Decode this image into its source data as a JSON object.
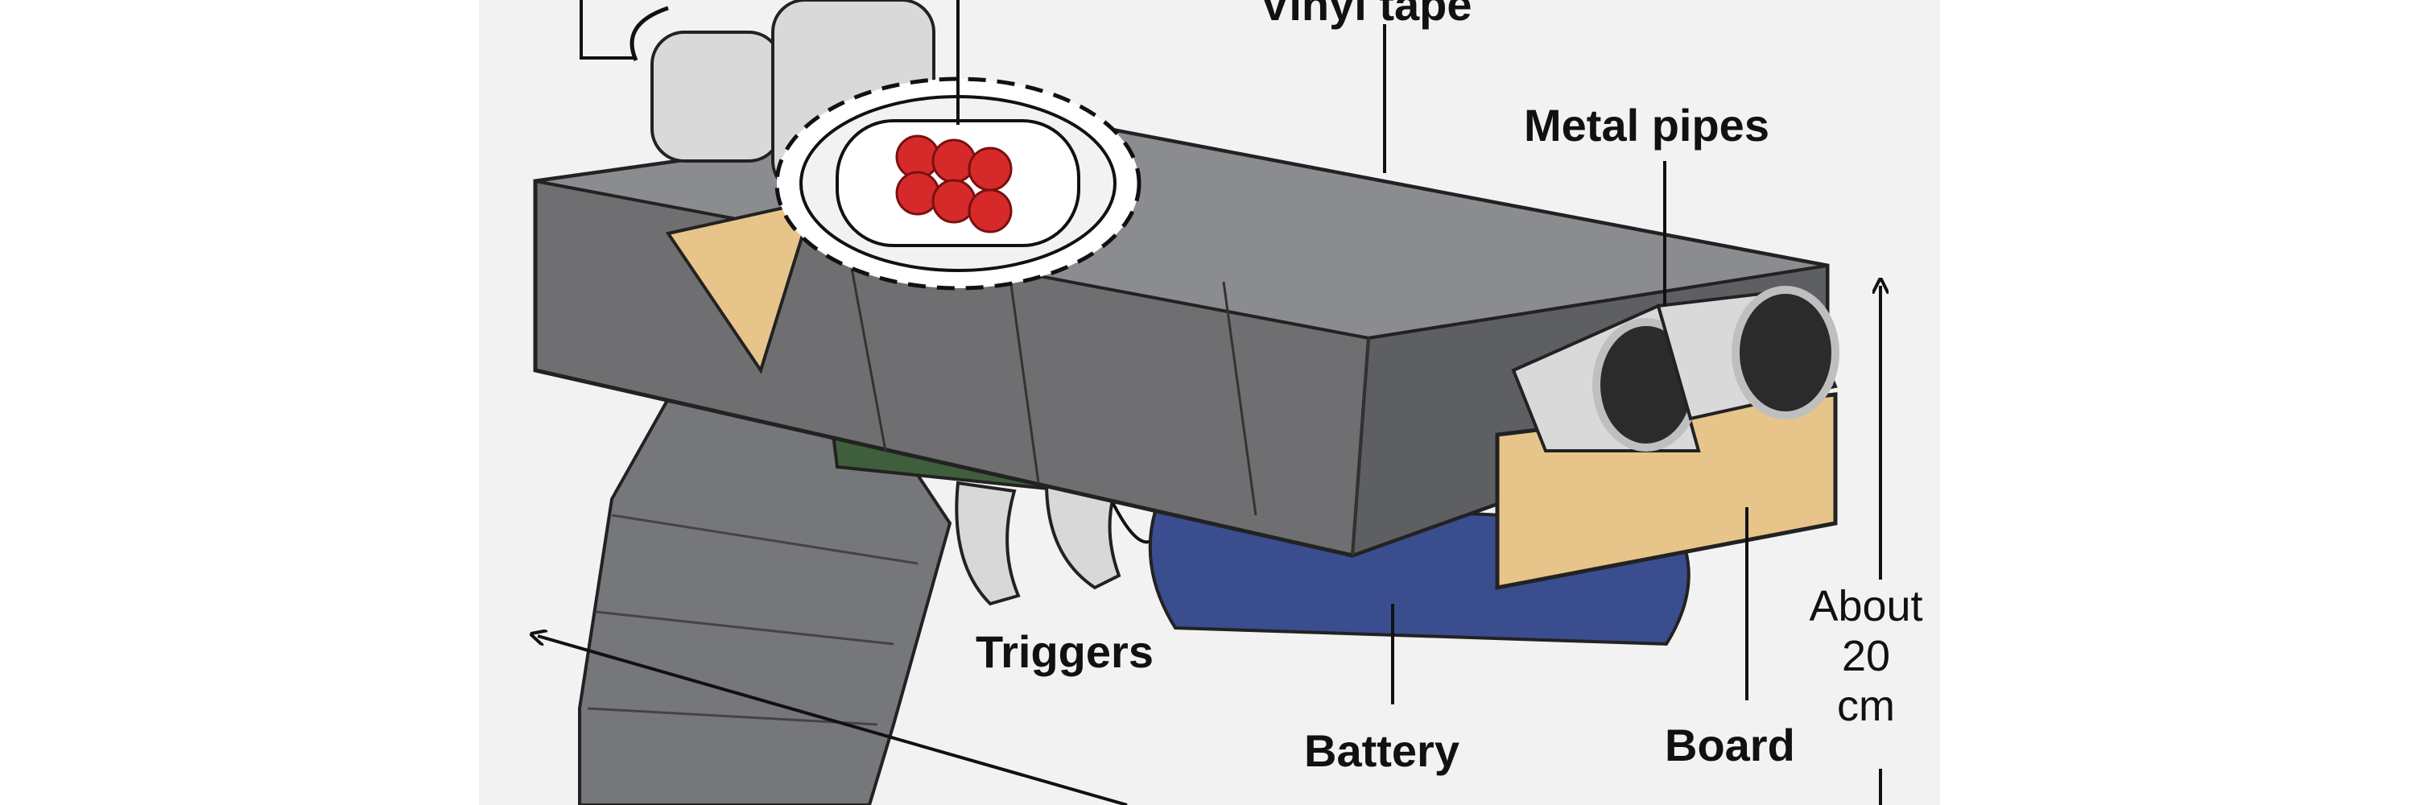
{
  "labels": {
    "vinyl_tape": "Vinyl tape",
    "metal_pipes": "Metal pipes",
    "triggers": "Triggers",
    "battery": "Battery",
    "board": "Board"
  },
  "dimension": {
    "line1": "About",
    "line2": "20",
    "line3": "cm"
  },
  "colors": {
    "tape": "#6f6f72",
    "tape_dark": "#55565a",
    "tape_light": "#8b8c90",
    "board": "#e6c48a",
    "battery": "#3a4d8f",
    "pipe": "#d9d9d9",
    "pellet": "#d62a2a",
    "green_part": "#3f5e3c"
  }
}
